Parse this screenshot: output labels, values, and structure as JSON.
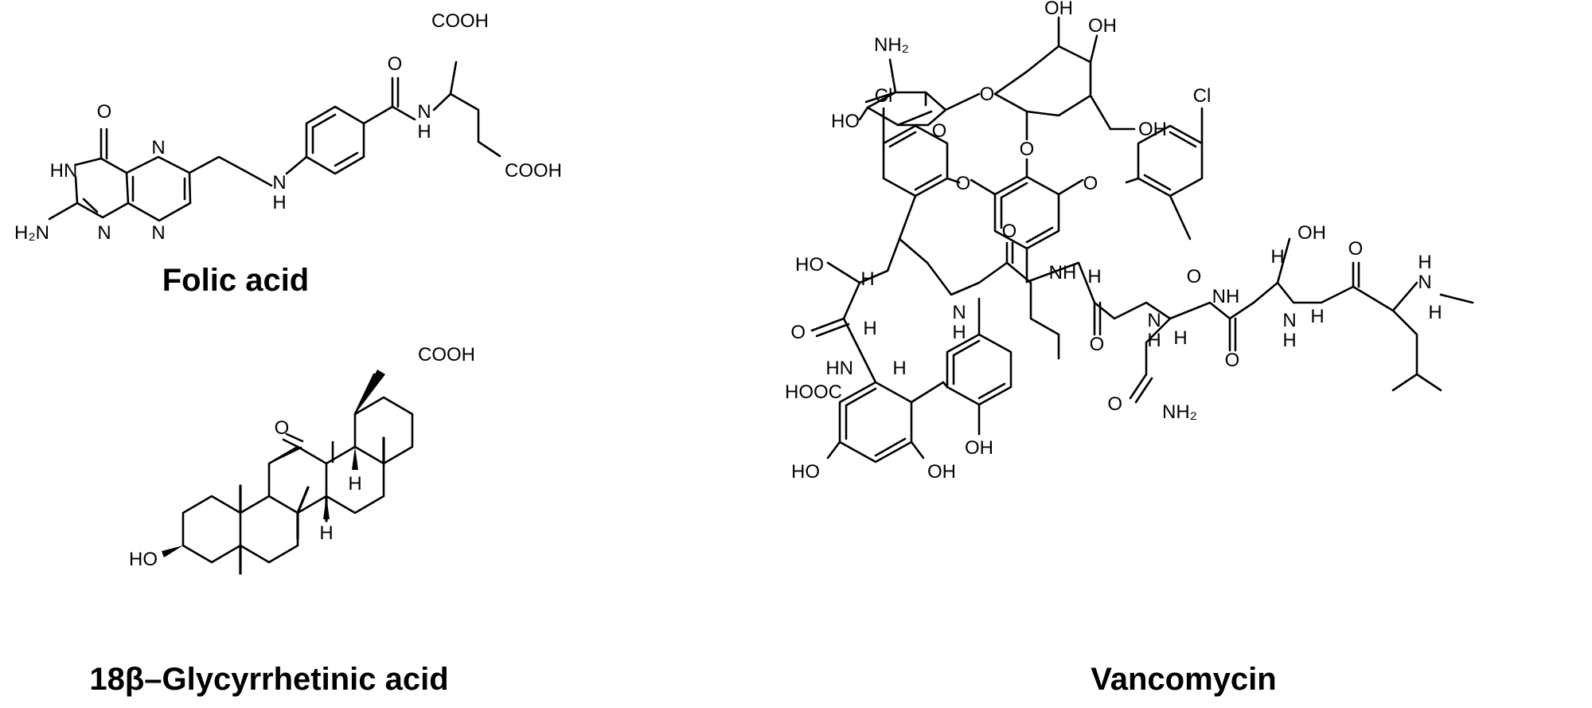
{
  "molecules": [
    {
      "key": "folic",
      "name": "Folic acid"
    },
    {
      "key": "glyc",
      "name": "18β–Glycyrrhetinic acid"
    },
    {
      "key": "vanco",
      "name": "Vancomycin"
    }
  ],
  "atom_labels": {
    "cooh": "COOH",
    "hooc": "HOOC",
    "o": "O",
    "n": "N",
    "h": "H",
    "hn": "HN",
    "nh": "NH",
    "ho": "HO",
    "oh": "OH",
    "cl": "Cl",
    "nh2": "NH₂",
    "h2n": "H₂N"
  }
}
